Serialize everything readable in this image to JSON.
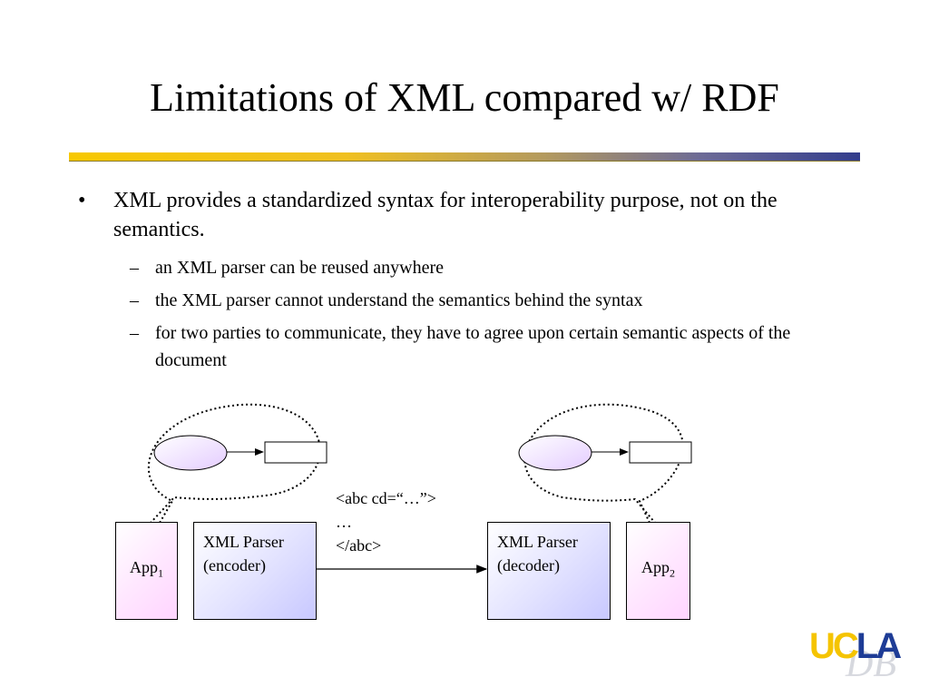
{
  "slide": {
    "title": "Limitations of XML compared w/ RDF",
    "bullet_marker": "•",
    "sub_marker": "–",
    "bullet": "XML provides a standardized syntax for interoperability purpose, not on the semantics.",
    "subpoints": [
      "an XML parser can be reused anywhere",
      "the XML parser cannot understand the semantics behind the syntax",
      "for two parties to communicate, they have to agree upon certain semantic aspects of the document"
    ]
  },
  "diagram": {
    "app1": {
      "name": "App",
      "subscript": "1"
    },
    "app2": {
      "name": "App",
      "subscript": "2"
    },
    "encoder": {
      "line1": "XML Parser",
      "line2": "(encoder)"
    },
    "decoder": {
      "line1": "XML Parser",
      "line2": "(decoder)"
    },
    "message": {
      "line1": "<abc cd=“…”>",
      "line2": "…",
      "line3": "</abc>"
    }
  },
  "logo": {
    "u": "U",
    "c": "C",
    "la": "LA",
    "db": "DB"
  },
  "colors": {
    "app_fill": "#ffd4ff",
    "parser_fill": "#c8c8ff",
    "ellipse_fill": "#f0e0ff",
    "ucla_gold": "#f5c400",
    "ucla_blue": "#1e3c96"
  }
}
